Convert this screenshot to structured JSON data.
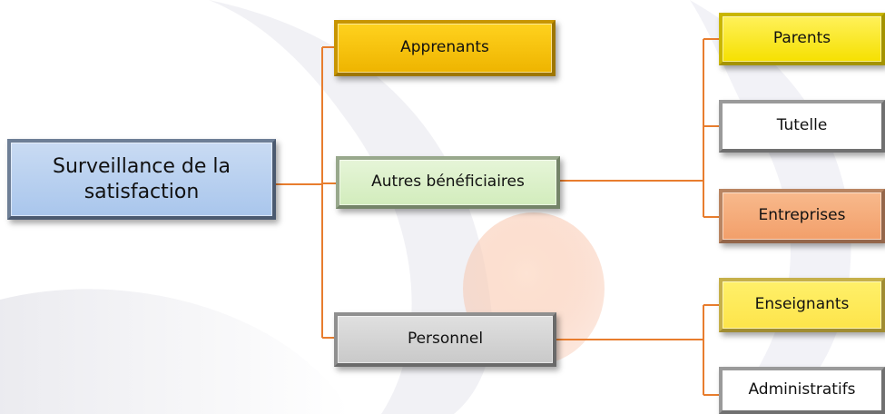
{
  "diagram": {
    "root": {
      "label": "Surveillance de la satisfaction"
    },
    "level1": [
      {
        "label": "Apprenants"
      },
      {
        "label": "Autres bénéficiaires"
      },
      {
        "label": "Personnel"
      }
    ],
    "level2": [
      {
        "label": "Parents"
      },
      {
        "label": "Tutelle"
      },
      {
        "label": "Entreprises"
      },
      {
        "label": "Enseignants"
      },
      {
        "label": "Administratifs"
      }
    ]
  },
  "colors": {
    "connector": "#e87d2e",
    "root": "#b9d1f0",
    "apprenants": "#f6c400",
    "parents": "#fbe800",
    "tutelle": "#ffffff",
    "autres": "#d8efc6",
    "personnel": "#d3d3d3",
    "entreprises": "#f5ad7b",
    "enseignants": "#fde85a",
    "administratifs": "#ffffff"
  }
}
